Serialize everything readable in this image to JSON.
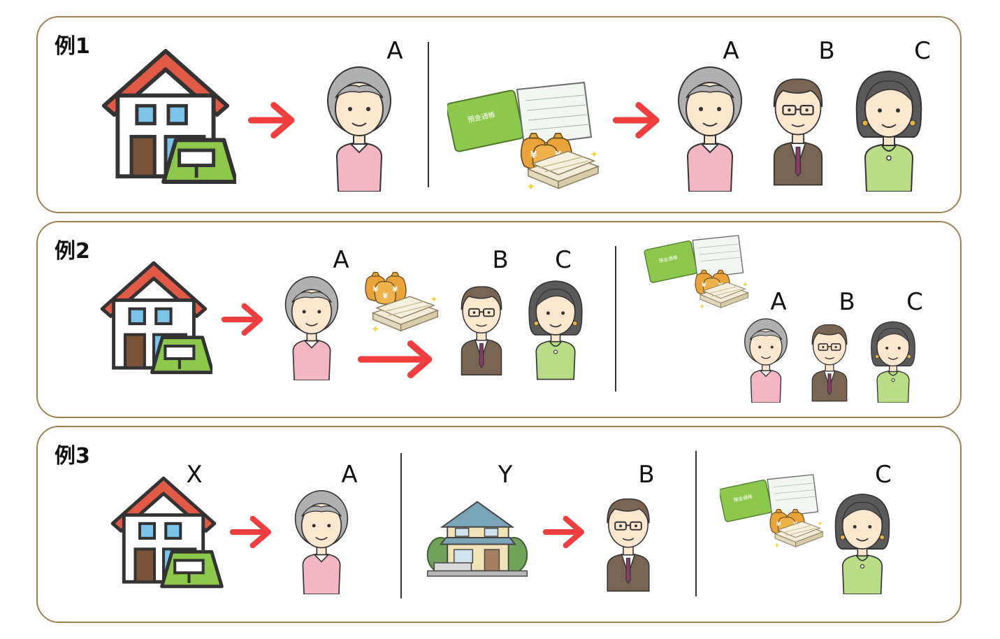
{
  "examples": [
    {
      "title": "例1",
      "labels": {
        "a1": "A",
        "a2": "A",
        "b": "B",
        "c": "C"
      }
    },
    {
      "title": "例2",
      "labels": {
        "a": "A",
        "b": "B",
        "c": "C",
        "a2": "A",
        "b2": "B",
        "c2": "C"
      }
    },
    {
      "title": "例3",
      "labels": {
        "x": "X",
        "a": "A",
        "y": "Y",
        "b": "B",
        "c": "C"
      }
    }
  ],
  "passbook_text": "預金通帳",
  "colors": {
    "border": "#9b8253",
    "arrow": "#f03e3e",
    "roof": "#e15a46",
    "grass": "#8cc84b",
    "window": "#7cc3ea",
    "cardigan_pink": "#f3b7c4",
    "suit_brown": "#7a6552",
    "top_green": "#b9dc87"
  }
}
